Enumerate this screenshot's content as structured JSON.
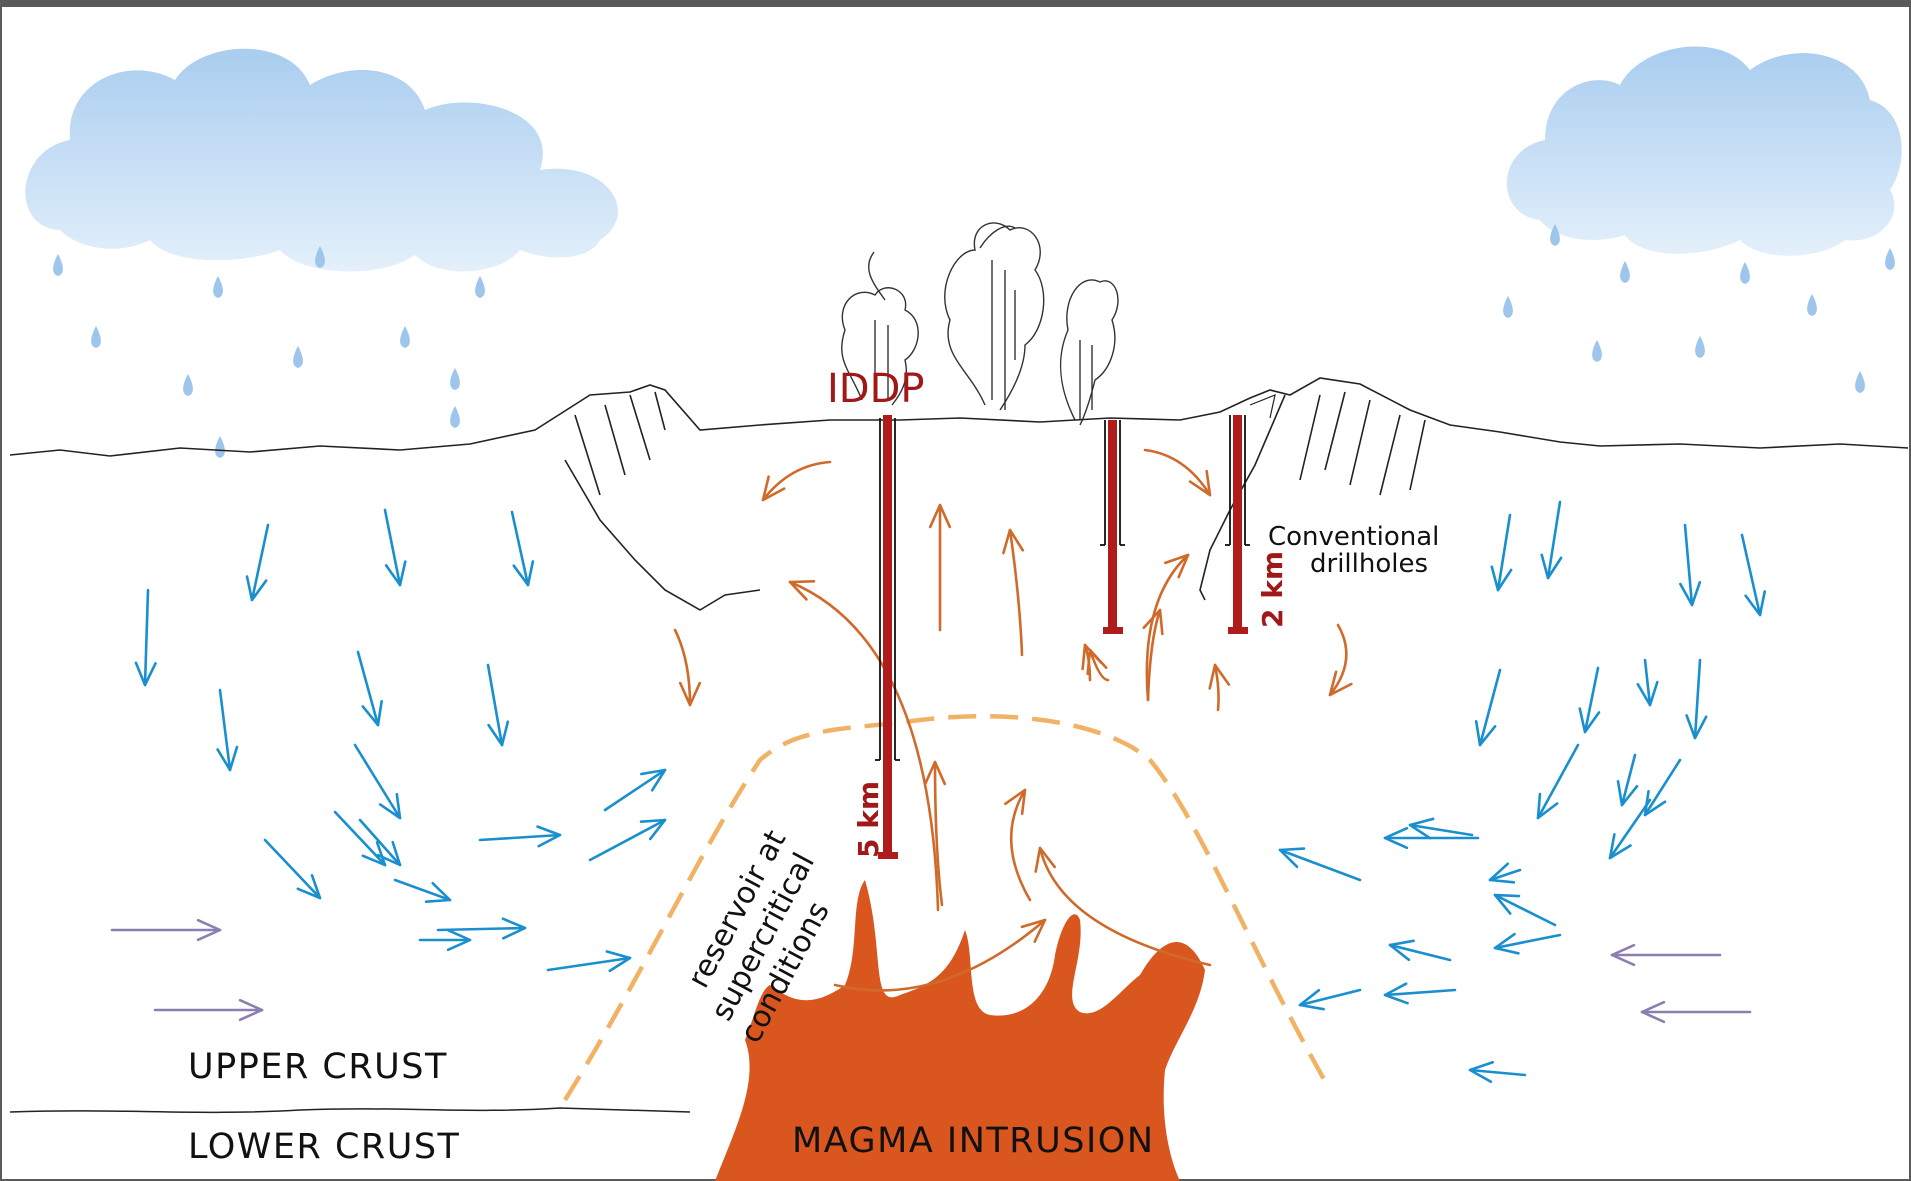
{
  "labels": {
    "iddp": "IDDP",
    "conventional_line1": "Conventional",
    "conventional_line2": "drillholes",
    "depth_5km": "5 km",
    "depth_2km": "2 km",
    "reservoir_line1": "reservoir at",
    "reservoir_line2": "supercritical",
    "reservoir_line3": "conditions",
    "upper_crust": "UPPER CRUST",
    "lower_crust": "LOWER CRUST",
    "magma": "MAGMA INTRUSION"
  },
  "colors": {
    "background": "#ffffff",
    "border": "#5a5a5a",
    "cloud_top": "#a9cdef",
    "cloud_bottom": "#e4f0fb",
    "rain": "#9ec6ec",
    "cold_water_arrow": "#1a8fd0",
    "deep_inflow_arrow": "#8a7fb0",
    "hot_fluid_arrow": "#d06a2a",
    "magma": "#d9571e",
    "reservoir_outline": "#f2b266",
    "borehole": "#b01c1c",
    "label_dark": "#111111",
    "label_red": "#a01818"
  },
  "icons": [
    "rain-cloud-icon",
    "steam-plume-icon",
    "borehole-icon",
    "flow-arrow-icon"
  ]
}
